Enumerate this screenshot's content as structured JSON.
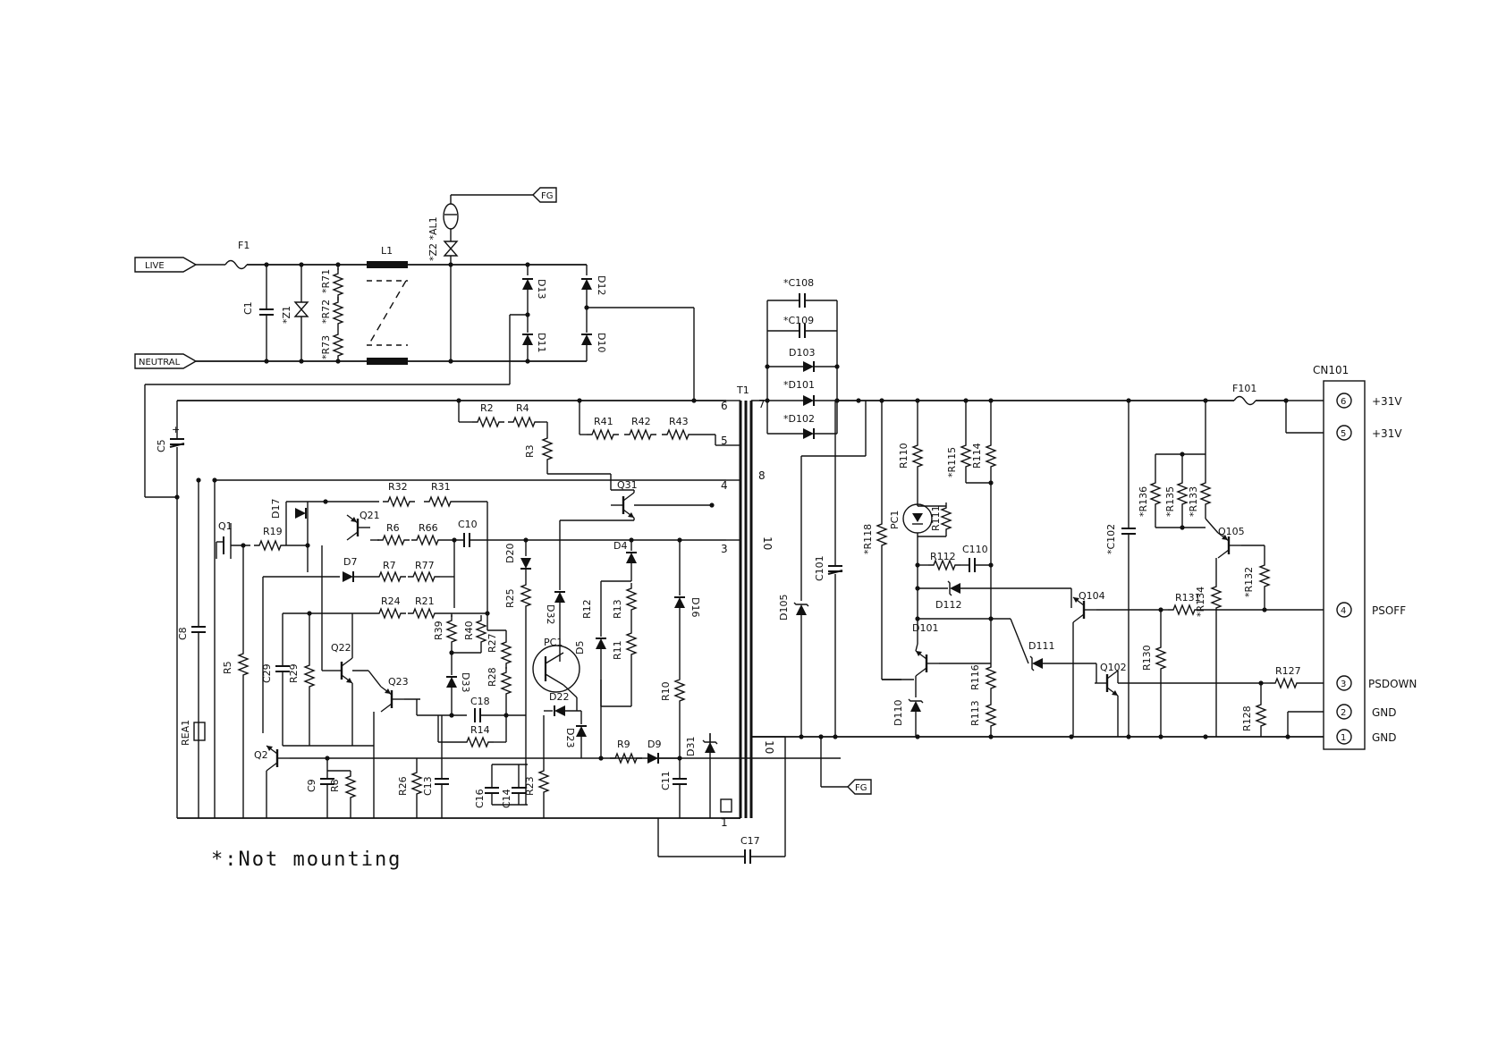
{
  "inputs": {
    "live": "LIVE",
    "neutral": "NEUTRAL",
    "fg_top": "FG",
    "fg_bottom": "FG"
  },
  "transformer": {
    "ref": "T1",
    "pins": [
      "6",
      "5",
      "4",
      "3",
      "1",
      "7",
      "8",
      "10",
      "10"
    ]
  },
  "connector": {
    "ref": "CN101",
    "pins": [
      {
        "num": "6",
        "label": "+31V"
      },
      {
        "num": "5",
        "label": "+31V"
      },
      {
        "num": "4",
        "label": "PSOFF"
      },
      {
        "num": "3",
        "label": "PSDOWN"
      },
      {
        "num": "2",
        "label": "GND"
      },
      {
        "num": "1",
        "label": "GND"
      }
    ]
  },
  "note": "*:Not mounting",
  "labels": {
    "F1": "F1",
    "C1": "C1",
    "Z1": "*Z1",
    "R71": "*R71",
    "R72": "*R72",
    "R73": "*R73",
    "L1": "L1",
    "Z2AL1": "*Z2 *AL1",
    "D13": "D13",
    "D12": "D12",
    "D11": "D11",
    "D10": "D10",
    "C5": "C5",
    "C8": "C8",
    "REA1": "REA1",
    "Q1": "Q1",
    "R5": "R5",
    "R19": "R19",
    "D17": "D17",
    "Q21": "Q21",
    "R32": "R32",
    "R31": "R31",
    "R6": "R6",
    "R66": "R66",
    "C10": "C10",
    "D7": "D7",
    "R7": "R7",
    "R77": "R77",
    "R24": "R24",
    "R21": "R21",
    "R39": "R39",
    "R40": "R40",
    "D33": "D33",
    "R25": "R25",
    "D20": "D20",
    "D32": "D32",
    "R27": "R27",
    "R28": "R28",
    "C29": "C29",
    "R29": "R29",
    "Q22": "Q22",
    "Q23": "Q23",
    "C18": "C18",
    "R14": "R14",
    "Q2": "Q2",
    "C9": "C9",
    "R8": "R8",
    "R26": "R26",
    "C13": "C13",
    "C16": "C16",
    "C14": "C14",
    "R23": "R23",
    "PC1": "PC1",
    "D22": "D22",
    "D23": "D23",
    "D4": "D4",
    "R12": "R12",
    "R13": "R13",
    "D5": "D5",
    "R11": "R11",
    "R9": "R9",
    "D9": "D9",
    "C11": "C11",
    "D16": "D16",
    "R10": "R10",
    "D31": "D31",
    "R2": "R2",
    "R4": "R4",
    "R3": "R3",
    "R41": "R41",
    "R42": "R42",
    "R43": "R43",
    "Q31": "Q31",
    "C17": "C17",
    "C108": "*C108",
    "C109": "*C109",
    "D103": "D103",
    "D101": "*D101",
    "D102": "*D102",
    "D105": "D105",
    "C101": "C101",
    "R118": "*R118",
    "R110": "R110",
    "PC1b": "PC1",
    "R111": "R111",
    "R115": "*R115",
    "R114": "R114",
    "R112": "R112",
    "C110": "C110",
    "D112": "D112",
    "D101b": "D101",
    "D110": "D110",
    "R116": "R116",
    "R113": "R113",
    "D111": "D111",
    "Q104": "Q104",
    "Q102": "Q102",
    "R130": "R130",
    "C102": "*C102",
    "R136": "*R136",
    "R135": "*R135",
    "R133": "*R133",
    "Q105": "Q105",
    "R134": "*R134",
    "R132": "*R132",
    "R131": "R131",
    "R127": "R127",
    "R128": "R128",
    "F101": "F101"
  }
}
